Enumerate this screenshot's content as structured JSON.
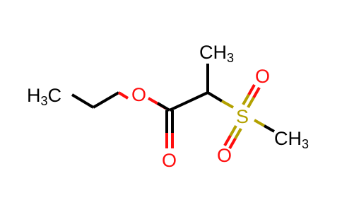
{
  "molecule": {
    "atoms": {
      "ethyl_methyl": {
        "label": "H",
        "subscript": "3",
        "suffix": "C"
      },
      "ester_oxygen": {
        "label": "O"
      },
      "carbonyl_oxygen": {
        "label": "O"
      },
      "alpha_methyl": {
        "label": "CH",
        "subscript": "3"
      },
      "sulfur": {
        "label": "S"
      },
      "sulfonyl_oxygen_top": {
        "label": "O"
      },
      "sulfonyl_oxygen_bottom": {
        "label": "O"
      },
      "sulfonyl_methyl": {
        "label": "CH",
        "subscript": "3"
      }
    }
  },
  "colors": {
    "carbon": "#000000",
    "oxygen": "#ff0d0d",
    "sulfur": "#b3a100"
  }
}
